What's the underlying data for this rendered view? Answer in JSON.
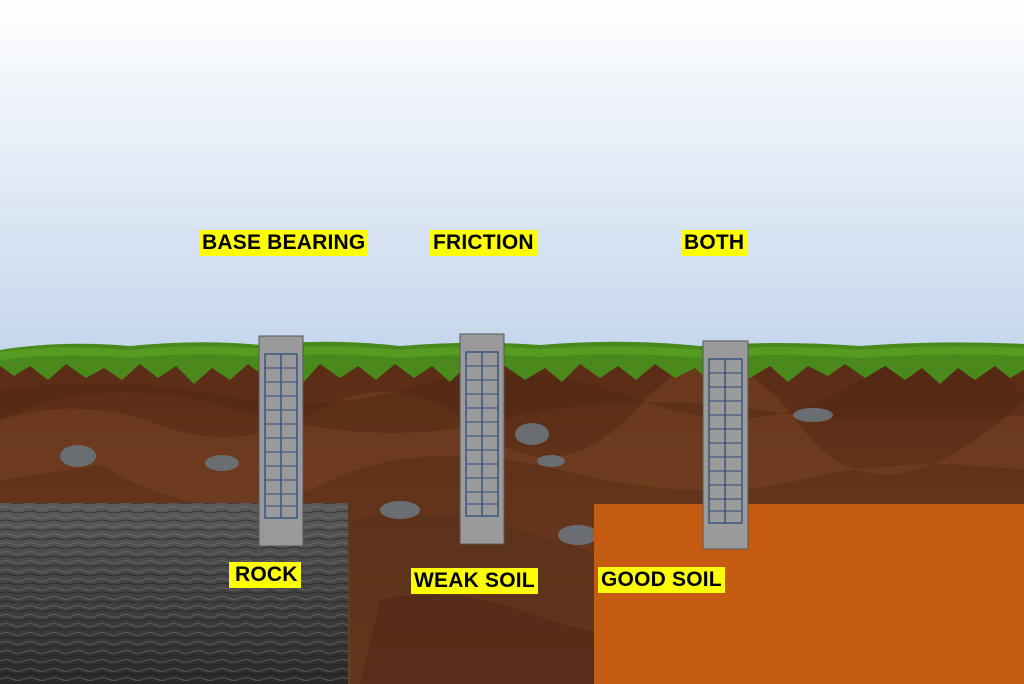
{
  "labels": {
    "pile_types": {
      "base_bearing": "BASE BEARING",
      "friction": "FRICTION",
      "both": "BOTH"
    },
    "ground_layers": {
      "rock": "ROCK",
      "weak_soil": "WEAK SOIL",
      "good_soil": "GOOD SOIL"
    }
  },
  "colors": {
    "label_highlight": "#ffff00",
    "sky_top": "#ffffff",
    "sky_bottom": "#c2d4ec",
    "grass": "#4a8a1c",
    "soil": "#6b3a20",
    "rock": "#3a3a3a",
    "good_soil": "#c55a11",
    "pile": "#9a9a9a",
    "rebar": "#2e4a7a"
  }
}
